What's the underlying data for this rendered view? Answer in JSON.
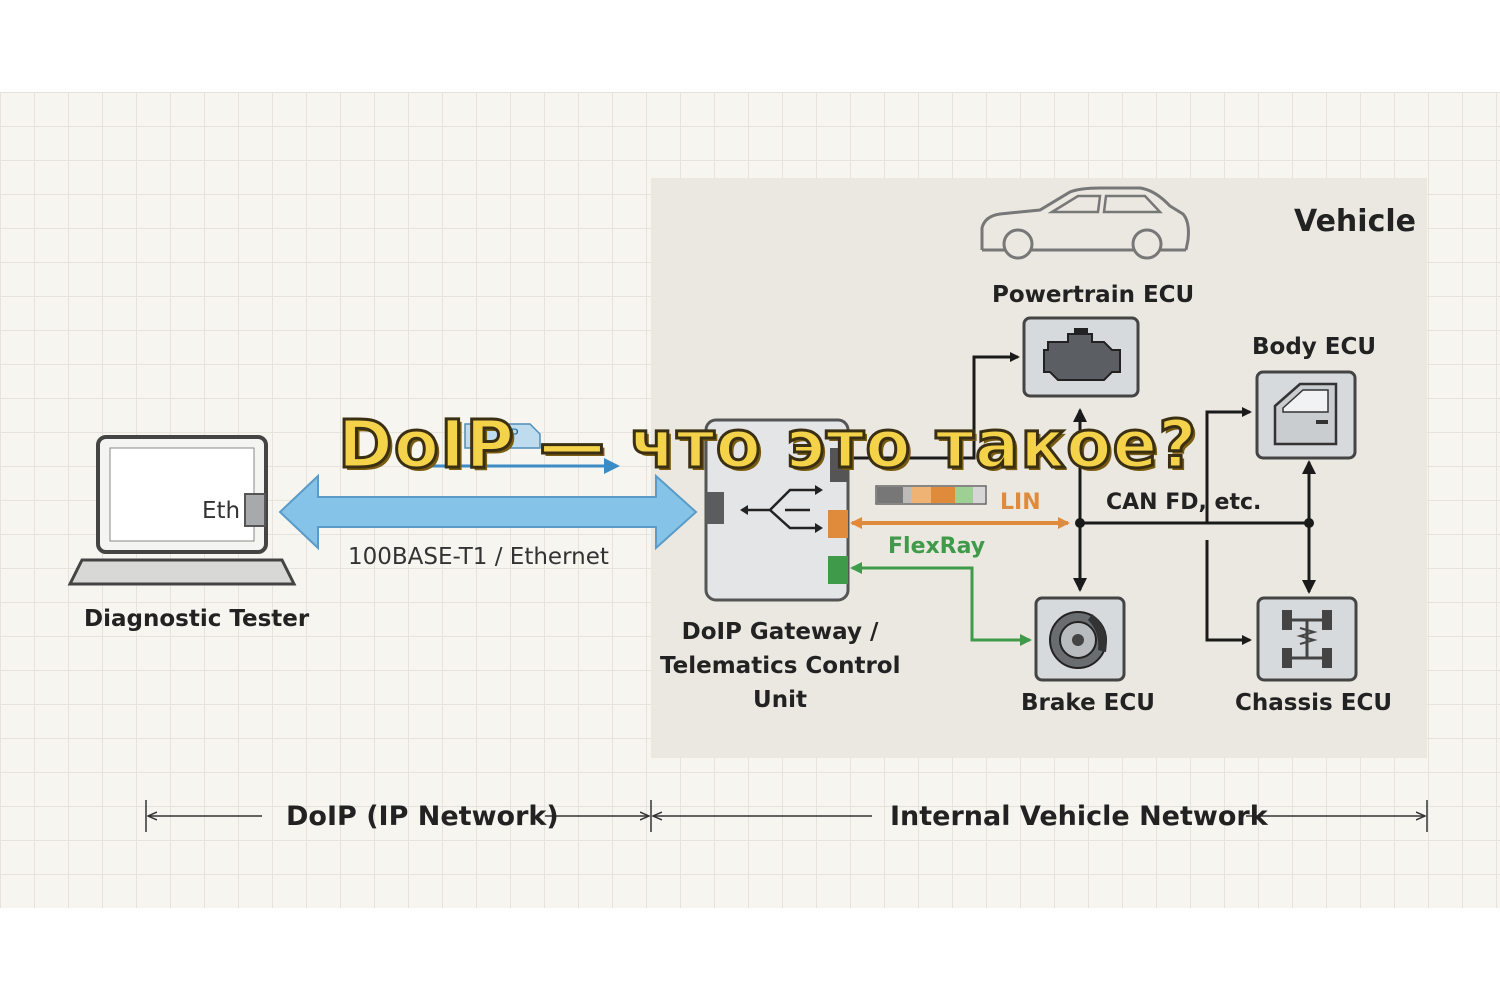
{
  "title": "DoIP — что это такое?",
  "vehicle_label": "Vehicle",
  "tester": {
    "label": "Diagnostic Tester",
    "port": "Eth"
  },
  "link": {
    "label": "100BASE-T1 / Ethernet",
    "packet": "IP"
  },
  "gateway": {
    "line1": "DoIP Gateway /",
    "line2": "Telematics Control",
    "line3": "Unit"
  },
  "ecus": {
    "powertrain": "Powertrain ECU",
    "body": "Body ECU",
    "brake": "Brake ECU",
    "chassis": "Chassis ECU"
  },
  "buses": {
    "lin": "LIN",
    "flexray": "FlexRay",
    "can": "CAN FD, etc."
  },
  "footer": {
    "left": "DoIP (IP Network)",
    "right": "Internal Vehicle Network"
  },
  "colors": {
    "lin": "#e08a3c",
    "flexray": "#3f9a4a",
    "ethernet": "#86c3e8",
    "title": "#f4d24a"
  }
}
